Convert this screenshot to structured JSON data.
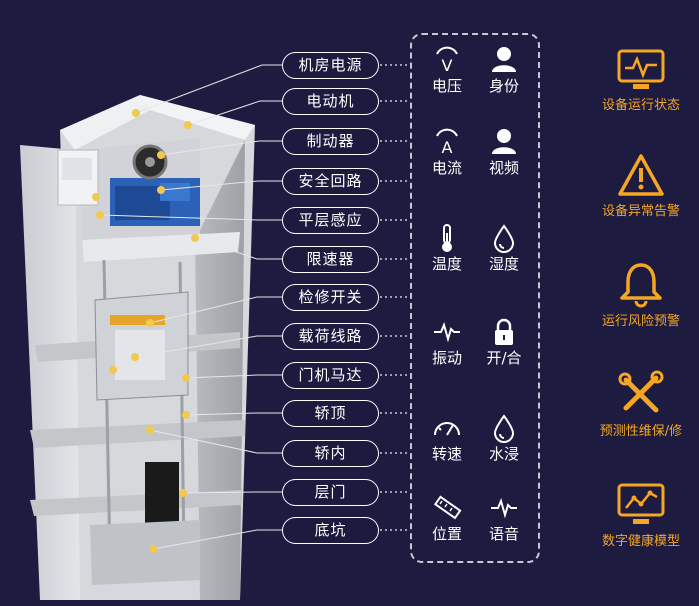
{
  "callouts": [
    "机房电源",
    "电动机",
    "制动器",
    "安全回路",
    "平层感应",
    "限速器",
    "检修开关",
    "载荷线路",
    "门机马达",
    "轿顶",
    "轿内",
    "层门",
    "底坑"
  ],
  "sensors": [
    {
      "label": "电压",
      "icon": "voltage-icon"
    },
    {
      "label": "身份",
      "icon": "person-icon"
    },
    {
      "label": "电流",
      "icon": "current-icon"
    },
    {
      "label": "视频",
      "icon": "person-icon"
    },
    {
      "label": "温度",
      "icon": "thermometer-icon"
    },
    {
      "label": "湿度",
      "icon": "droplet-icon"
    },
    {
      "label": "振动",
      "icon": "pulse-icon"
    },
    {
      "label": "开/合",
      "icon": "lock-icon"
    },
    {
      "label": "转速",
      "icon": "speedometer-icon"
    },
    {
      "label": "水浸",
      "icon": "droplet-icon"
    },
    {
      "label": "位置",
      "icon": "ruler-icon"
    },
    {
      "label": "语音",
      "icon": "pulse-icon"
    }
  ],
  "features": [
    {
      "label": "设备运行状态",
      "icon": "monitor-status-icon"
    },
    {
      "label": "设备异常告警",
      "icon": "warning-triangle-icon"
    },
    {
      "label": "运行风险预警",
      "icon": "bell-icon"
    },
    {
      "label": "预测性维保/修",
      "icon": "tools-icon"
    },
    {
      "label": "数字健康模型",
      "icon": "chart-monitor-icon"
    }
  ],
  "colors": {
    "background": "#1d1b3f",
    "accent": "#f5a623",
    "marker": "#f2c94c",
    "text": "#ffffff"
  }
}
